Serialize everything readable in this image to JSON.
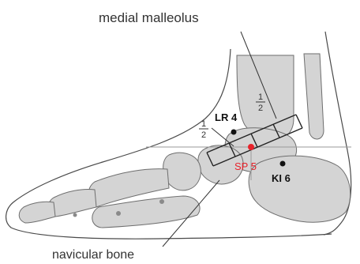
{
  "labels": {
    "medial_malleolus": "medial malleolus",
    "navicular_bone": "navicular bone",
    "point_lr4": "LR 4",
    "point_sp5": "SP 5",
    "point_ki6": "KI 6",
    "fraction_numerator": "1",
    "fraction_denominator": "2"
  },
  "colors": {
    "outline": "#4a4a4a",
    "bone_fill": "#d4d4d4",
    "bone_stroke": "#6e6e6e",
    "highlight_point": "#e8232b",
    "acupoint": "#111111"
  }
}
